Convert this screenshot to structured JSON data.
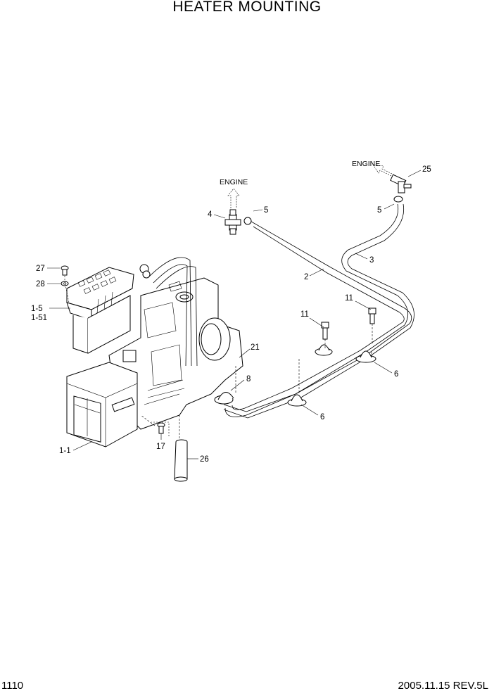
{
  "title": "HEATER MOUNTING",
  "footer": {
    "page_number": "1110",
    "revision": "2005.11.15  REV.5L"
  },
  "engine_labels": [
    "ENGINE",
    "ENGINE"
  ],
  "callouts": {
    "c25": "25",
    "c5a": "5",
    "c4": "4",
    "c5b": "5",
    "c3": "3",
    "c2": "2",
    "c11a": "11",
    "c11b": "11",
    "c27": "27",
    "c28": "28",
    "c1_5": "1-5",
    "c1_51": "1-51",
    "c21": "21",
    "c8": "8",
    "c6a": "6",
    "c6b": "6",
    "c17": "17",
    "c1_1": "1-1",
    "c26": "26"
  }
}
